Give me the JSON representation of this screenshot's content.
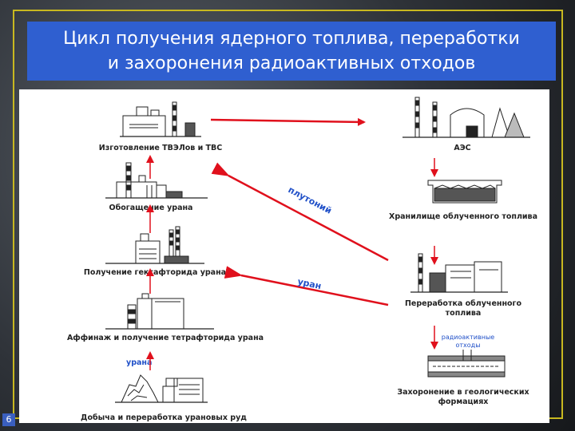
{
  "title": {
    "line1": "Цикл получения ядерного топлива, переработки",
    "line2": "и захоронения радиоактивных отходов"
  },
  "page_number": "6",
  "stages": {
    "fuel_fabrication": "Изготовление ТВЭЛов и ТВС",
    "enrichment": "Обогащение урана",
    "hexafluoride": "Получение гексафторида урана",
    "affinage": "Аффинаж и получение тетрафторида урана",
    "mining_label": "урана",
    "mining": "Добыча и переработка урановых руд",
    "npp": "АЭС",
    "spent_storage": "Хранилище облученного топлива",
    "reprocessing_line1": "Переработка облученного",
    "reprocessing_line2": "топлива",
    "waste_line1": "радиоактивные",
    "waste_line2": "отходы",
    "disposal_line1": "Захоронение в геологических",
    "disposal_line2": "формациях"
  },
  "arrows": {
    "plutonium": "плутоний",
    "uranium": "уран"
  },
  "colors": {
    "title_bg": "#2f5fd0",
    "arrow": "#e0101c",
    "label_blue": "#2050c8",
    "frame": "#c8b820"
  }
}
